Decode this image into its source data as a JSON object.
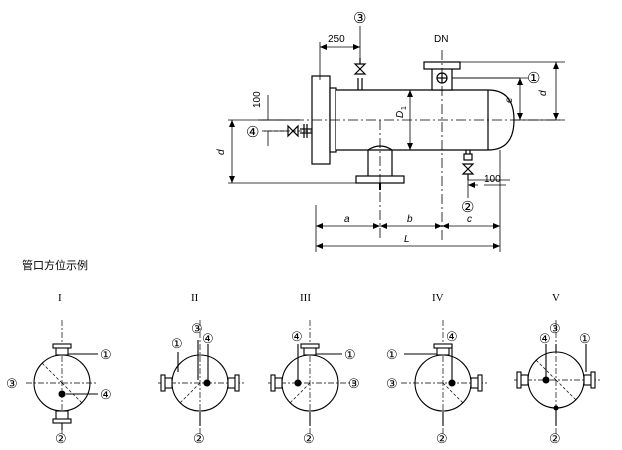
{
  "labels": {
    "dn": "DN",
    "d_left": "d",
    "d_right": "d",
    "e": "e",
    "D1": "D",
    "D1_sub": "1",
    "dim_250": "250",
    "dim_100_left": "100",
    "dim_100_right": "100",
    "a": "a",
    "b": "b",
    "c": "c",
    "L": "L",
    "heading": "管口方位示例"
  },
  "callouts": {
    "n1": "①",
    "n2": "②",
    "n3": "③",
    "n4": "④"
  },
  "orientations": [
    {
      "roman": "I"
    },
    {
      "roman": "II"
    },
    {
      "roman": "III"
    },
    {
      "roman": "IV"
    },
    {
      "roman": "V"
    }
  ],
  "colors": {
    "line": "#000000",
    "background": "#ffffff"
  }
}
